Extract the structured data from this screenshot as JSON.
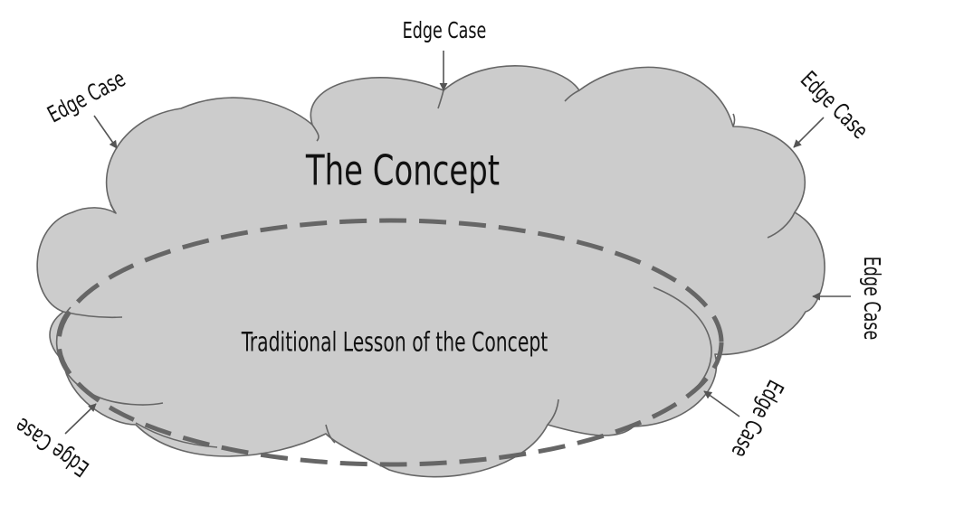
{
  "diagram": {
    "concept_title": "The Concept",
    "lesson_label": "Traditional Lesson of the Concept",
    "edge_labels": [
      "Edge Case",
      "Edge Case",
      "Edge Case",
      "Edge Case",
      "Edge Case",
      "Edge Case"
    ]
  },
  "colors": {
    "cloud_fill": "#cccccc",
    "outline": "#666666",
    "arrow": "#555555",
    "text": "#111111"
  }
}
